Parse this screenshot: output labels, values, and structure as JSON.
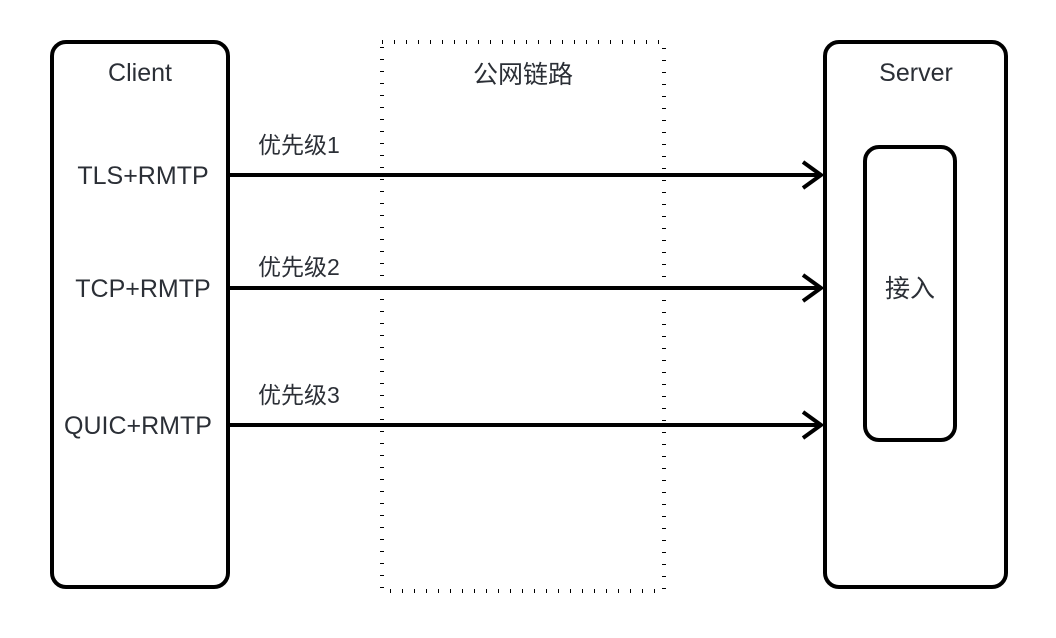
{
  "diagram": {
    "title": "",
    "background_color": "#ffffff",
    "stroke_color": "#000000",
    "text_color": "#2b2f36",
    "client": {
      "label": "Client",
      "protocols": [
        {
          "label": "TLS+RMTP"
        },
        {
          "label": "TCP+RMTP"
        },
        {
          "label": "QUIC+RMTP"
        }
      ]
    },
    "network": {
      "label": "公网链路",
      "style": "dotted"
    },
    "server": {
      "label": "Server",
      "inner": {
        "label": "接入"
      }
    },
    "flows": [
      {
        "priority_label": "优先级1",
        "from": "TLS+RMTP",
        "to": "接入"
      },
      {
        "priority_label": "优先级2",
        "from": "TCP+RMTP",
        "to": "接入"
      },
      {
        "priority_label": "优先级3",
        "from": "QUIC+RMTP",
        "to": "接入"
      }
    ]
  }
}
